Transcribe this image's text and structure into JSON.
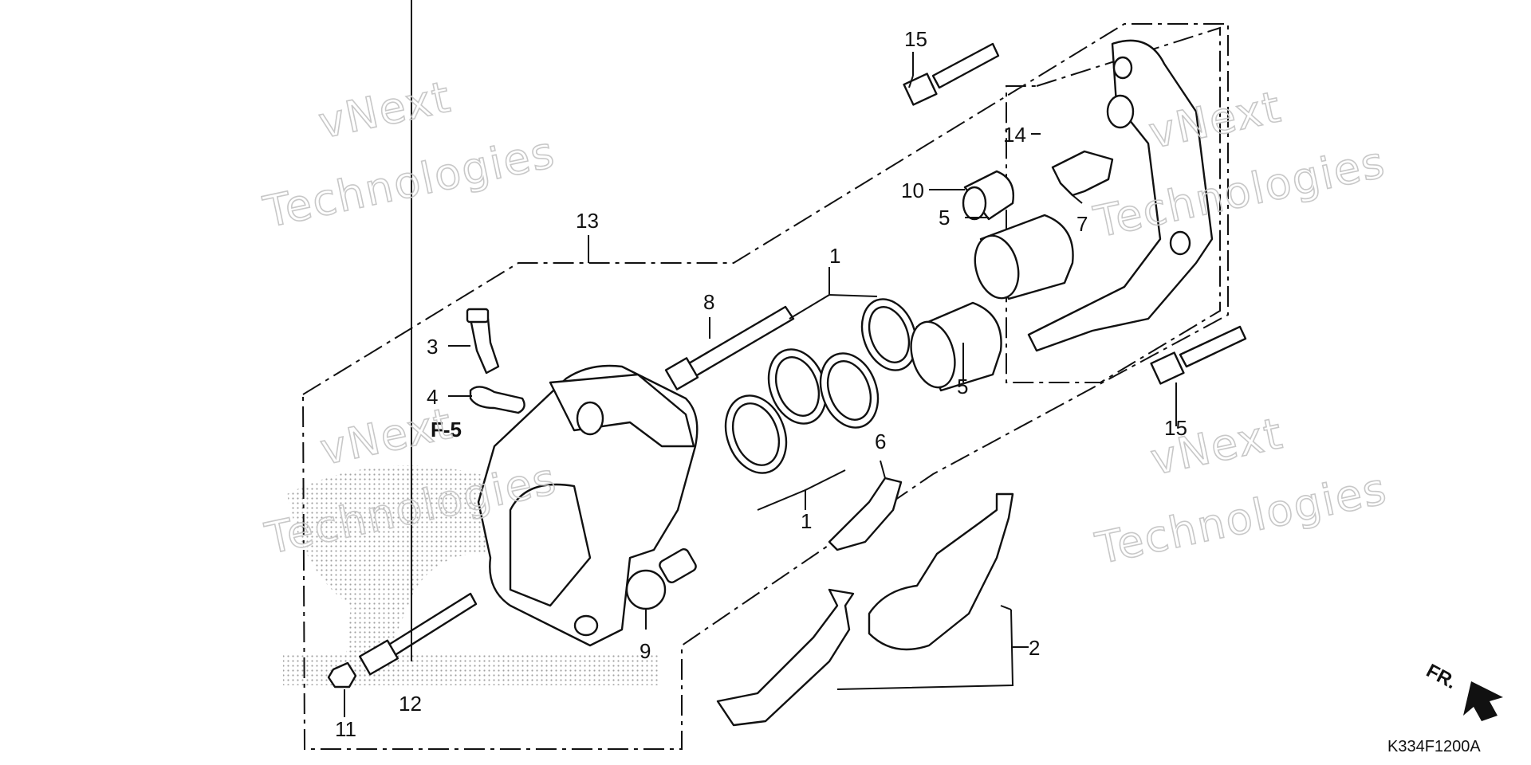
{
  "diagram": {
    "code": "K334F1200A",
    "direction_label": "FR.",
    "reference_label": "F-5",
    "watermark": {
      "line1": "vNext",
      "line2": "Technologies"
    },
    "callouts": [
      "1",
      "1",
      "2",
      "3",
      "4",
      "5",
      "5",
      "6",
      "7",
      "8",
      "9",
      "10",
      "11",
      "12",
      "13",
      "14",
      "15",
      "15"
    ]
  }
}
